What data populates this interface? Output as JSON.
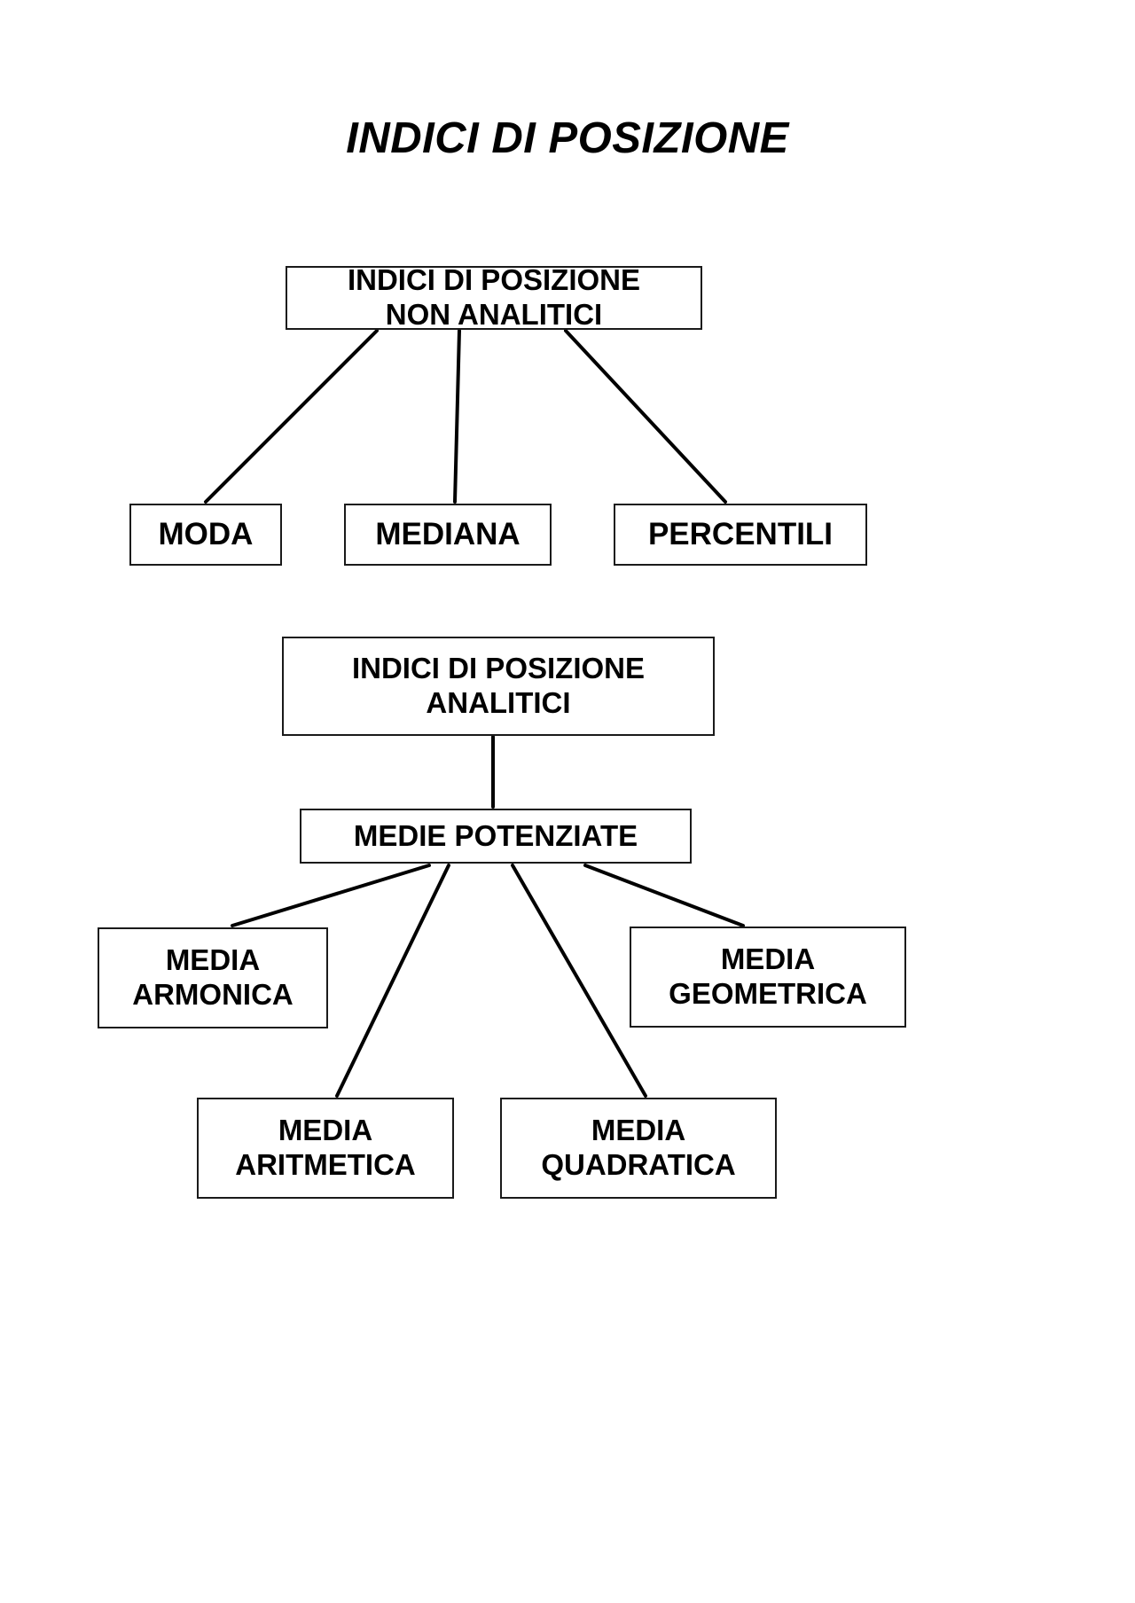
{
  "document": {
    "title": "INDICI DI POSIZIONE",
    "background_color": "#ffffff",
    "text_color": "#000000",
    "line_color": "#000000"
  },
  "diagram": {
    "type": "hierarchy-tree",
    "sections": [
      {
        "id": "non-analitici",
        "root": {
          "id": "root1",
          "label": "INDICI DI POSIZIONE\nNON ANALITICI"
        },
        "children": [
          {
            "id": "moda",
            "label": "MODA"
          },
          {
            "id": "mediana",
            "label": "MEDIANA"
          },
          {
            "id": "percentili",
            "label": "PERCENTILI"
          }
        ]
      },
      {
        "id": "analitici",
        "root": {
          "id": "root2",
          "label": "INDICI DI POSIZIONE\nANALITICI"
        },
        "intermediate": {
          "id": "medie-potenziate",
          "label": "MEDIE POTENZIATE"
        },
        "children": [
          {
            "id": "media-armonica",
            "label": "MEDIA\nARMONICA"
          },
          {
            "id": "media-aritmetica",
            "label": "MEDIA\nARITMETICA"
          },
          {
            "id": "media-quadratica",
            "label": "MEDIA\nQUADRATICA"
          },
          {
            "id": "media-geometrica",
            "label": "MEDIA\nGEOMETRICA"
          }
        ]
      }
    ]
  }
}
